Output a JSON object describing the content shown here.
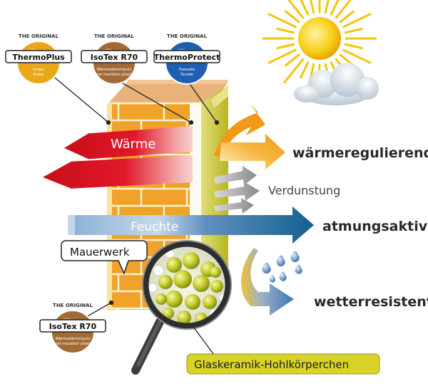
{
  "badges": [
    {
      "top": "THE ORIGINAL",
      "name": "ThermoPlus",
      "sub1": "Innen",
      "sub2": "Inside",
      "color": "#e9a817"
    },
    {
      "top": "THE ORIGINAL",
      "name": "IsoTex R70",
      "sub1": "Wärmedämmputz",
      "sub2": "Heat insulation plaster",
      "color": "#a26a35"
    },
    {
      "top": "THE ORIGINAL",
      "name": "ThermoProtect",
      "sub1": "Fassade",
      "sub2": "Facade",
      "color": "#1f5fb0"
    },
    {
      "top": "THE ORIGINAL",
      "name": "IsoTex R70",
      "sub1": "Wärmedämmputz",
      "sub2": "Heat insulation plaster",
      "color": "#a26a35"
    }
  ],
  "labels": {
    "waerme": "Wärme",
    "feuchte": "Feuchte",
    "mauerwerk": "Mauerwerk",
    "verdunstung": "Verdunstung",
    "waermeregulierend": "wärmeregulierend",
    "atmungsaktiv": "atmungsaktiv",
    "wetterresistent": "wetterresistent",
    "glaskeramik": "Glaskeramik-Hohlkörperchen"
  },
  "colors": {
    "red": "#d6141f",
    "blue": "#1f6e9e",
    "orange": "#f5a623",
    "brick": "#f0a22a",
    "mortar": "#fff3cf",
    "plaster": "#ccca3a",
    "sun": "#f7c90a",
    "label_bg": "#d8d326"
  }
}
